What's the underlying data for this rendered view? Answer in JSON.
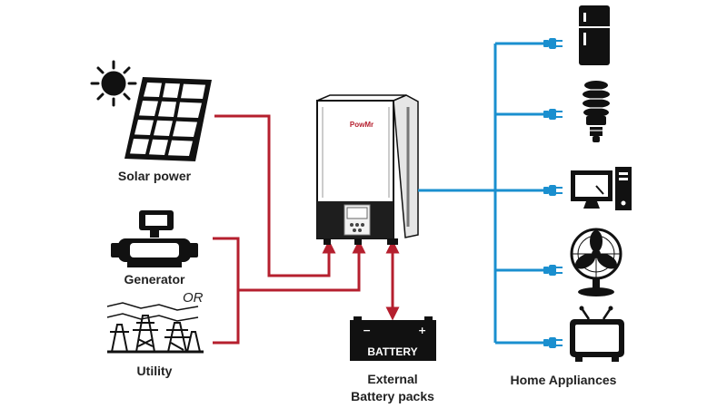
{
  "labels": {
    "solar": "Solar power",
    "generator": "Generator",
    "or": "OR",
    "utility": "Utility",
    "battery_text": "BATTERY",
    "external_line1": "External",
    "external_line2": "Battery packs",
    "home": "Home Appliances",
    "inverter_logo": "PowMr"
  },
  "colors": {
    "input_line": "#b51f2e",
    "output_line": "#1a8fcf",
    "icon": "#111111"
  },
  "appliances": [
    "fridge-icon",
    "bulb-icon",
    "computer-icon",
    "fan-icon",
    "tv-icon"
  ]
}
